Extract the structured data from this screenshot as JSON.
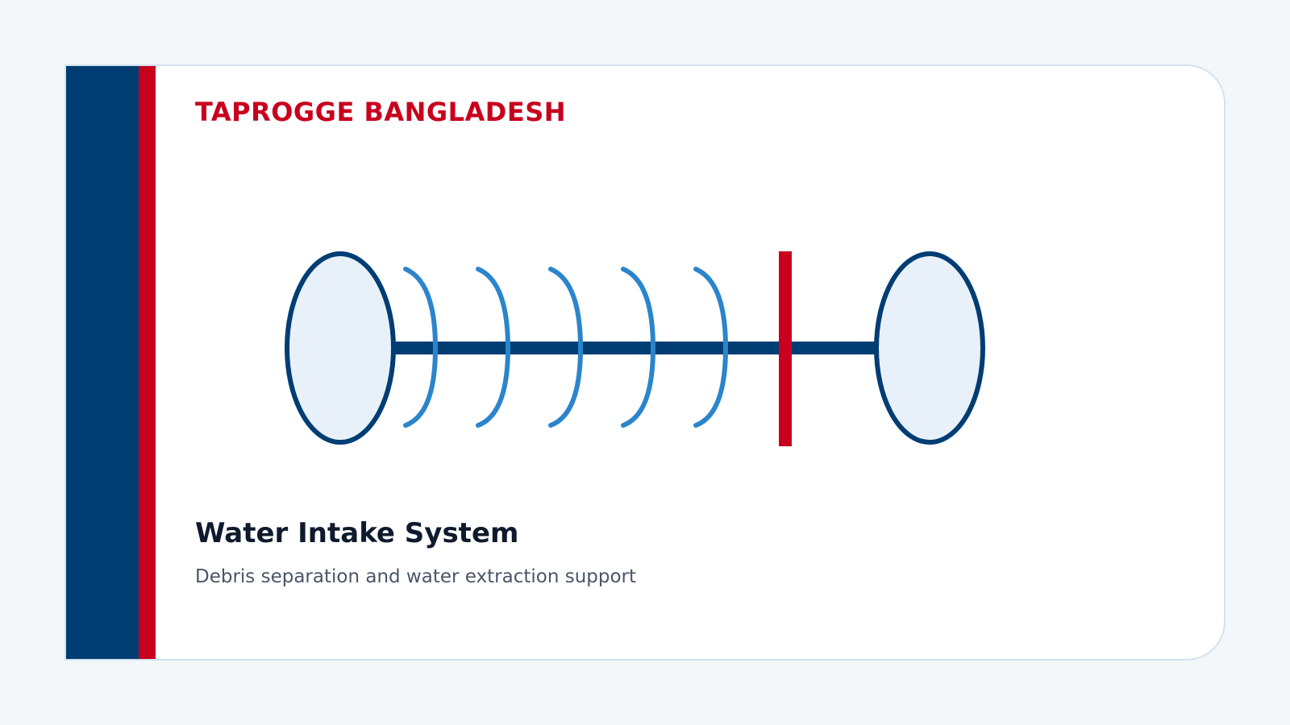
{
  "brand": "TAPROGGE BANGLADESH",
  "title": "Water Intake System",
  "subtitle": "Debris separation and water extraction support",
  "diagram": {
    "icons": [
      "intake-vessel",
      "flow-wave",
      "separation-screen",
      "outlet-vessel"
    ],
    "wave_count": 5
  },
  "colors": {
    "navy": "#003d73",
    "red": "#c8001e",
    "wave_blue": "#2a85cc",
    "vessel_fill": "#e8f1fa",
    "page_bg": "#f3f7fa",
    "card_border": "#d3e2ee"
  }
}
